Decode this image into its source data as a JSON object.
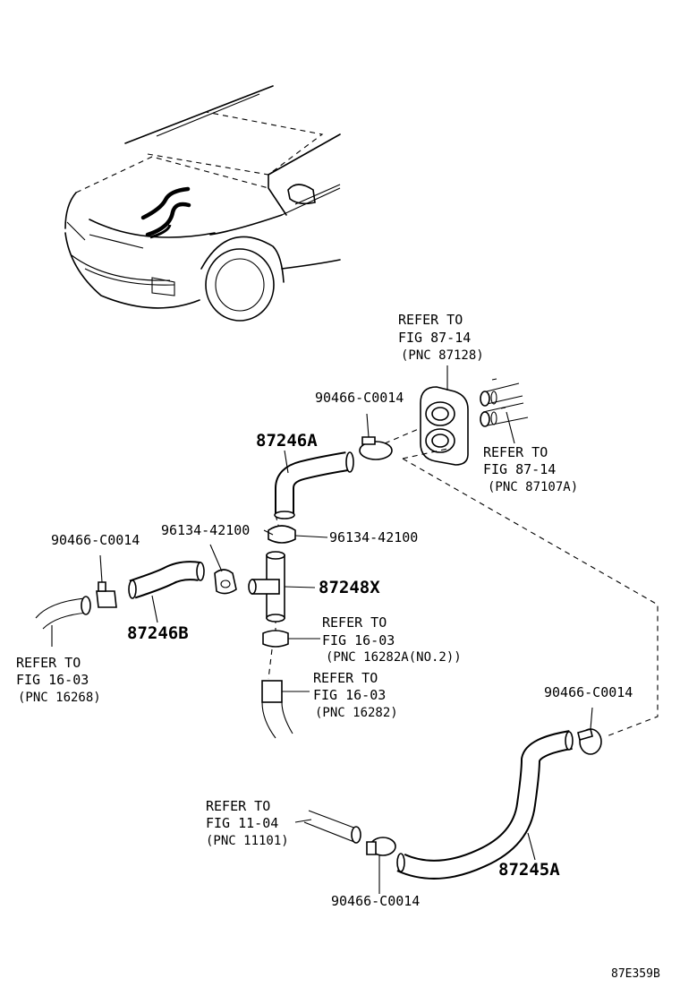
{
  "labels": {
    "refer_87128": {
      "line1": "REFER TO",
      "line2": "FIG 87-14",
      "line3": "(PNC 87128)"
    },
    "refer_87107a": {
      "line1": "REFER TO",
      "line2": "FIG 87-14",
      "line3": "(PNC 87107A)"
    },
    "refer_16268": {
      "line1": "REFER TO",
      "line2": "FIG 16-03",
      "line3": "(PNC 16268)"
    },
    "refer_16282a": {
      "line1": "REFER TO",
      "line2": "FIG 16-03",
      "line3": "(PNC 16282A(NO.2))"
    },
    "refer_16282": {
      "line1": "REFER TO",
      "line2": "FIG 16-03",
      "line3": "(PNC 16282)"
    },
    "refer_11101": {
      "line1": "REFER TO",
      "line2": "FIG 11-04",
      "line3": "(PNC 11101)"
    },
    "clamp_top": "90466-C0014",
    "clamp_left": "90466-C0014",
    "clamp_right": "90466-C0014",
    "clamp_bottom": "90466-C0014",
    "hose_87246a": "87246A",
    "hose_87246b": "87246B",
    "hose_87245a": "87245A",
    "joint_87248x": "87248X",
    "clip_left": "96134-42100",
    "clip_right": "96134-42100",
    "figure_id": "87E359B"
  }
}
